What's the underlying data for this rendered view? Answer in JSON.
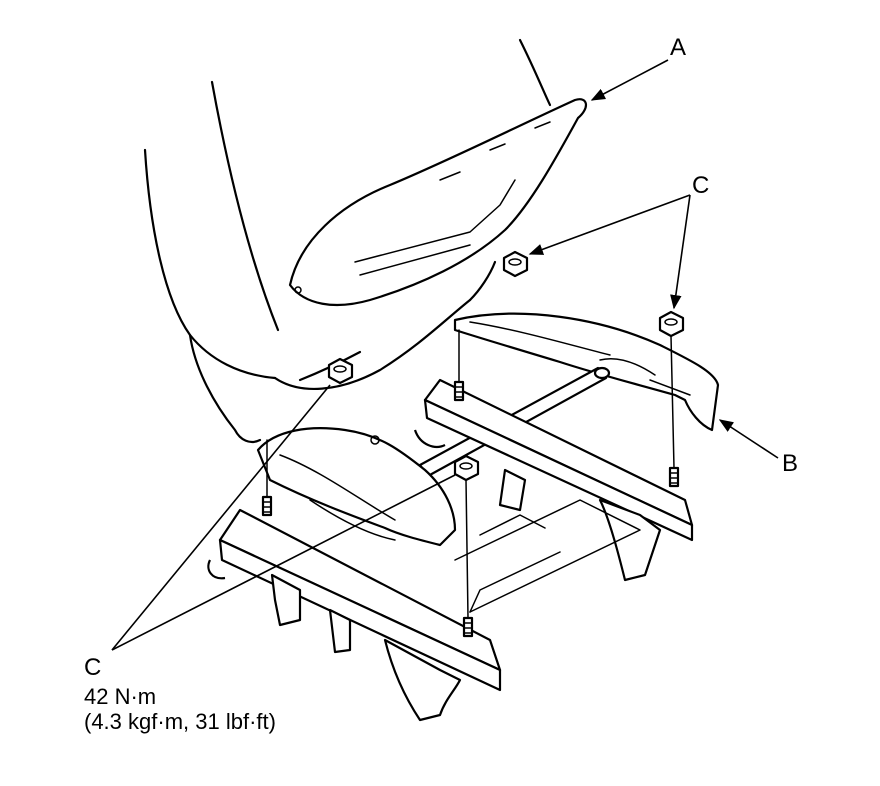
{
  "callouts": {
    "a": "A",
    "b": "B",
    "c_top": "C",
    "c_bottom": "C"
  },
  "torque_spec": {
    "line1": "42 N·m",
    "line2": "(4.3 kgf·m, 31 lbf·ft)"
  }
}
